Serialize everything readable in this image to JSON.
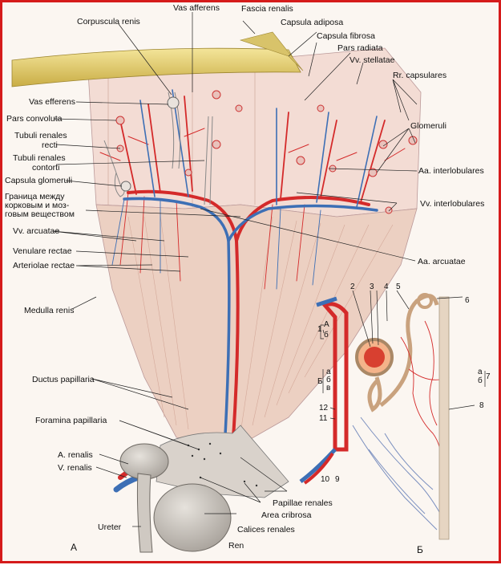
{
  "labels": {
    "corpuscula_renis": "Corpuscula renis",
    "vas_afferens": "Vas afferens",
    "fascia_renalis": "Fascia renalis",
    "capsula_adiposa": "Capsula adiposa",
    "capsula_fibrosa": "Capsula fibrosa",
    "pars_radiata": "Pars radiata",
    "vv_stellatae": "Vv. stellatae",
    "rr_capsulares": "Rr. capsulares",
    "glomeruli": "Glomeruli",
    "aa_interlobulares": "Aa. interlobulares",
    "vv_interlobulares": "Vv. interlobulares",
    "aa_arcuatae": "Aa. arcuatae",
    "vas_efferens": "Vas efferens",
    "pars_convoluta": "Pars convoluta",
    "tubuli_recti_1": "Tubuli renales",
    "tubuli_recti_2": "recti",
    "tubuli_contorti_1": "Tubuli renales",
    "tubuli_contorti_2": "contorti",
    "capsula_glomeruli": "Capsula glomeruli",
    "granica_1": "Граница между",
    "granica_2": "корковым и моз-",
    "granica_3": "говым веществом",
    "vv_arcuatae": "Vv. arcuatae",
    "venulare_rectae": "Venulare rectae",
    "arteriolae_rectae": "Arteriolae rectae",
    "medulla_renis": "Medulla renis",
    "ductus_papillaria": "Ductus papillaria",
    "foramina_papillaria": "Foramina papillaria",
    "a_renalis": "A. renalis",
    "v_renalis": "V. renalis",
    "ureter": "Ureter",
    "papillae_renales": "Papillae renales",
    "area_cribrosa": "Area cribrosa",
    "calices_renales": "Calices renales",
    "ren": "Ren",
    "panel_a": "А",
    "panel_b": "Б"
  },
  "inset_numbers": {
    "n1": "1",
    "n2": "2",
    "n3": "3",
    "n4": "4",
    "n5": "5",
    "n6": "6",
    "n7": "7",
    "n8": "8",
    "n9": "9",
    "n10": "10",
    "n11": "11",
    "n12": "12",
    "sub_A": "А",
    "sub_b": "б",
    "sub_B": "Б",
    "sub_a1": "а",
    "sub_b1": "б",
    "sub_v1": "в",
    "sub_a2": "а",
    "sub_b2": "б"
  },
  "colors": {
    "frame": "#d51b1b",
    "artery": "#d42a2a",
    "vein": "#3d6fb5",
    "fat": "#e7d37a",
    "cortex": "#f3dcd4",
    "medulla": "#ecd0c2",
    "calyx": "#cfc9c2"
  }
}
